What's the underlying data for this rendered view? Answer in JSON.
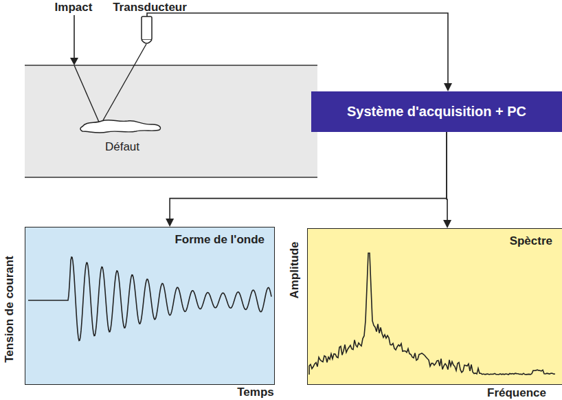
{
  "diagram": {
    "nodes": [
      {
        "text": [
          "Système d'acquisition + PC"
        ]
      },
      {
        "text": [
          "Forme de l'onde"
        ]
      },
      {
        "text": [
          "Spèctre"
        ]
      }
    ],
    "edges": [
      {
        "from": 0,
        "to": 1,
        "arrow": "to"
      },
      {
        "from": 0,
        "to": 2,
        "arrow": "to"
      }
    ],
    "labels": [
      "Impact",
      "Transducteur",
      "Défaut",
      "Tension de courant",
      "Temps",
      "Amplitude",
      "Fréquence"
    ]
  }
}
